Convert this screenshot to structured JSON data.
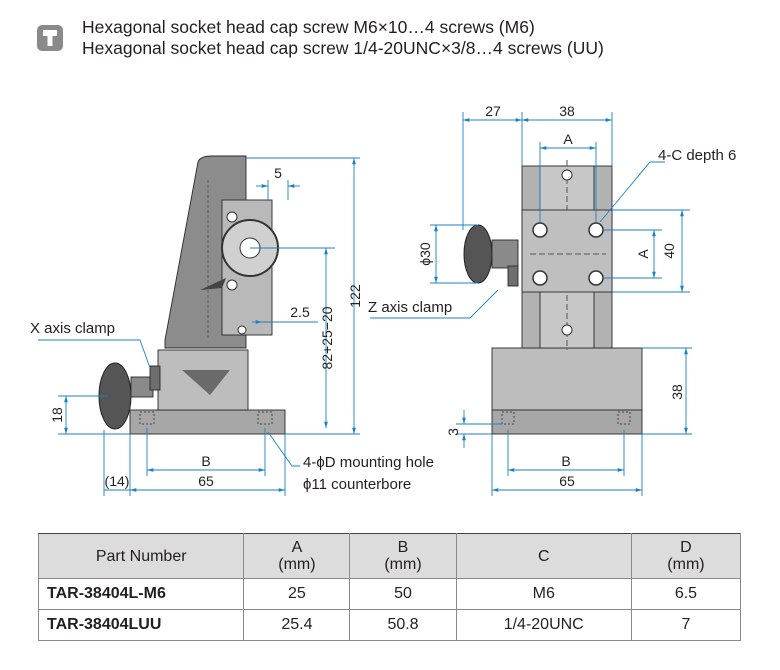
{
  "header": {
    "icon": "screw-icon",
    "line1": "Hexagonal socket head cap screw M6×10…4 screws (M6)",
    "line2": "Hexagonal socket head cap screw 1/4-20UNC×3/8…4 screws (UU)"
  },
  "side_view": {
    "dim_5": "5",
    "dim_2_5": "2.5",
    "dim_stack": "82+25−20",
    "dim_122": "122",
    "dim_18": "18",
    "dim_B": "B",
    "dim_14": "(14)",
    "dim_65": "65",
    "label_x_clamp": "X axis clamp",
    "label_mounting_hole": "4-ϕD mounting hole",
    "label_counterbore": "ϕ11 counterbore"
  },
  "front_view": {
    "dim_27": "27",
    "dim_38_top": "38",
    "dim_A_top": "A",
    "dim_A_right": "A",
    "dim_40": "40",
    "dim_30": "ϕ30",
    "dim_38_right": "38",
    "dim_3": "3",
    "dim_B": "B",
    "dim_65": "65",
    "label_4c": "4-C depth 6",
    "label_z_clamp": "Z axis clamp"
  },
  "table": {
    "headers": [
      {
        "main": "Part Number",
        "unit": ""
      },
      {
        "main": "A",
        "unit": "(mm)"
      },
      {
        "main": "B",
        "unit": "(mm)"
      },
      {
        "main": "C",
        "unit": ""
      },
      {
        "main": "D",
        "unit": "(mm)"
      }
    ],
    "rows": [
      [
        "TAR-38404L-M6",
        "25",
        "50",
        "M6",
        "6.5"
      ],
      [
        "TAR-38404LUU",
        "25.4",
        "50.8",
        "1/4-20UNC",
        "7"
      ]
    ]
  }
}
